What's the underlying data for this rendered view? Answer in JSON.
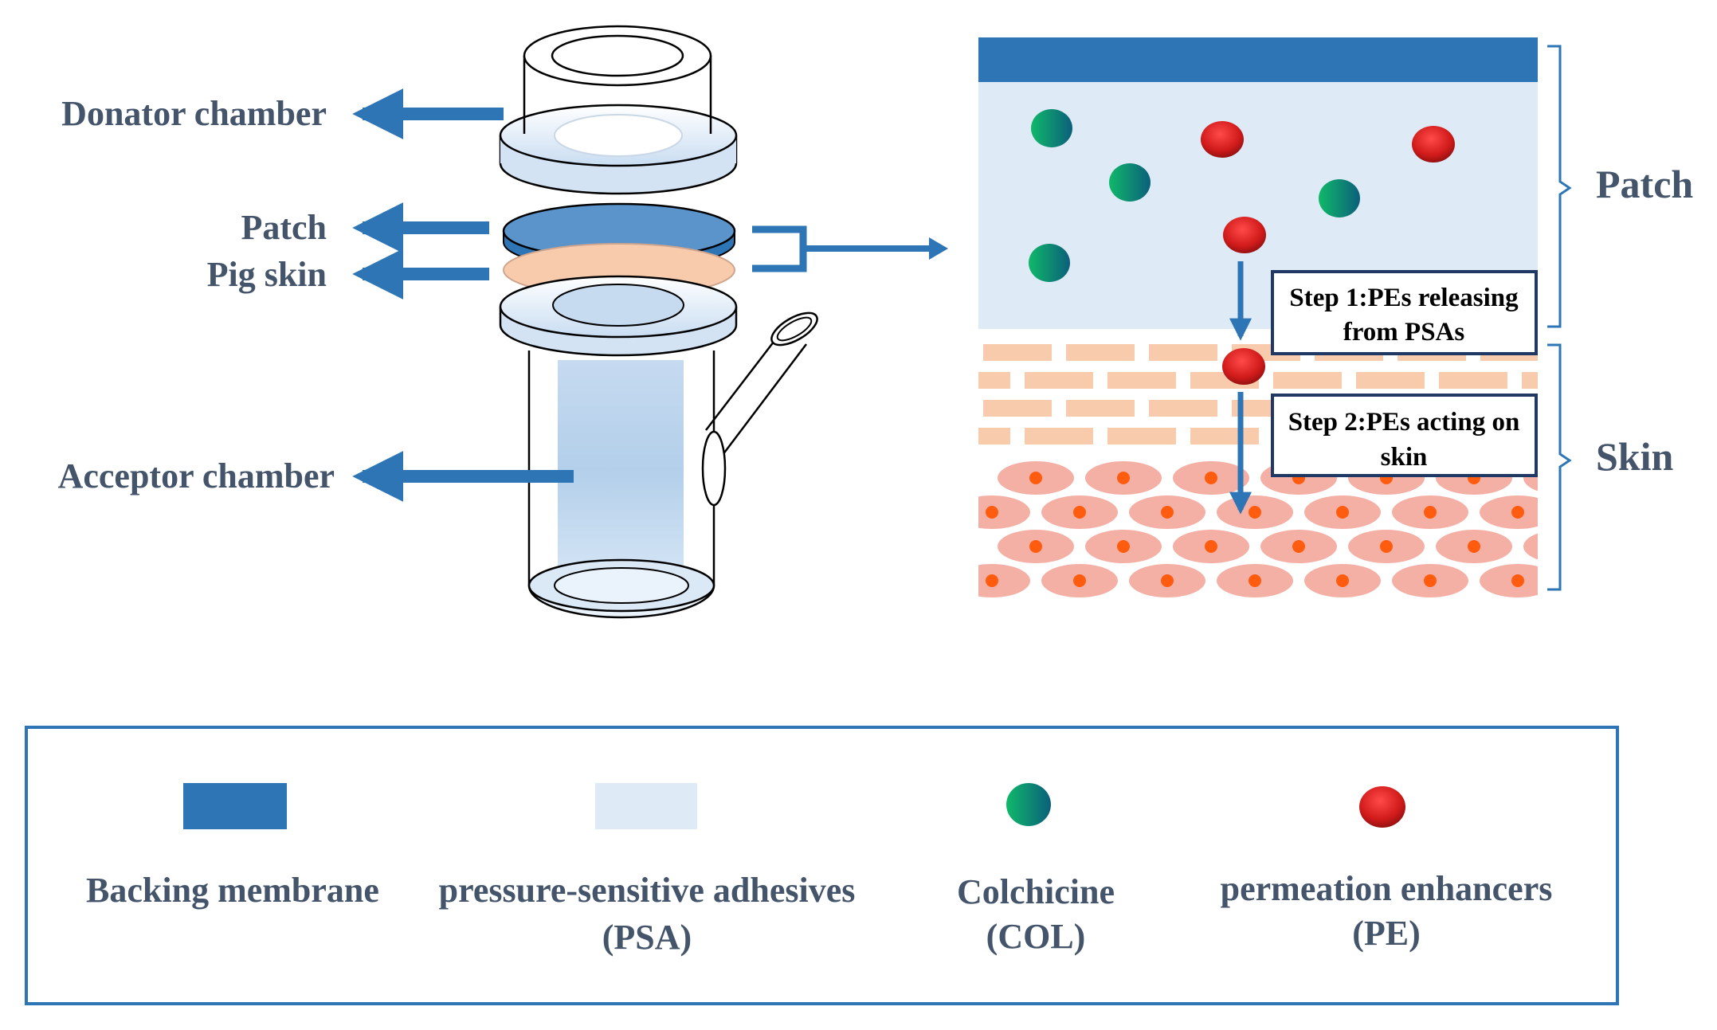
{
  "apparatus_labels": {
    "donator": "Donator chamber",
    "patch": "Patch",
    "pig_skin": "Pig skin",
    "acceptor": "Acceptor chamber"
  },
  "layer_labels": {
    "patch": "Patch",
    "skin": "Skin"
  },
  "steps": {
    "step1_line1": "Step 1:PEs releasing",
    "step1_line2": "from PSAs",
    "step2_line1": "Step 2:PEs acting on",
    "step2_line2": "skin"
  },
  "legend": {
    "backing_line1": "Backing membrane",
    "psa_line1": "pressure-sensitive  adhesives",
    "psa_line2": "(PSA)",
    "col_line1": "Colchicine",
    "col_line2": "(COL)",
    "pe_line1": "permeation  enhancers",
    "pe_line2": "(PE)"
  },
  "colors": {
    "backing": "#2e75b6",
    "psa": "#deebf7",
    "arrow": "#2e75b6",
    "label": "#44546a",
    "colchicine": "#22b36a",
    "enhancer": "#d92424",
    "skin_brick": "#f8cbad",
    "skin_cell": "#f4b0a4",
    "nucleus": "#ff5c10"
  }
}
